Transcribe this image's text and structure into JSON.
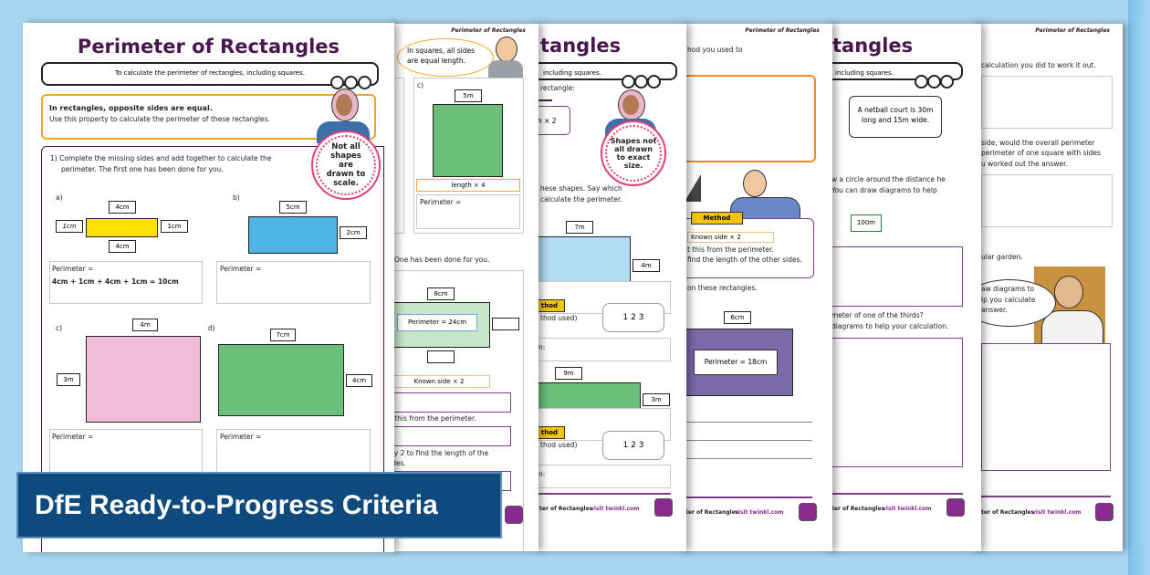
{
  "worksheet_title": "Perimeter of Rectangles",
  "title_fragment": "tangles",
  "objective": "To calculate the perimeter of rectangles, including squares.",
  "objective_fragment": "including squares.",
  "page1": {
    "tip_bold": "In rectangles, opposite sides are equal.",
    "tip": "Use this property to calculate the perimeter of these rectangles.",
    "scale_note": "Not all shapes are drawn to scale.",
    "q1_line1": "1)  Complete the missing sides and add together to calculate the",
    "q1_line2": "perimeter. The first one has been done for you.",
    "a": {
      "label": "a)",
      "top": "4cm",
      "left": "1cm",
      "right": "1cm",
      "bottom": "4cm",
      "perimeter_label": "Perimeter =",
      "working": "4cm + 1cm + 4cm + 1cm = 10cm"
    },
    "b": {
      "label": "b)",
      "top": "5cm",
      "right": "2cm",
      "perimeter_label": "Perimeter ="
    },
    "c": {
      "label": "c)",
      "top": "4m",
      "left": "3m",
      "perimeter_label": "Perimeter ="
    },
    "d": {
      "label": "d)",
      "top": "7cm",
      "right": "4cm",
      "perimeter_label": "Perimeter ="
    }
  },
  "page2": {
    "header": "Perimeter of Rectangles",
    "speech": "In squares, all sides are equal length.",
    "c_label": "c)",
    "c_side": "5m",
    "method": "length × 4",
    "perimeter_label": "Perimeter =",
    "done_note": "One has been done for you.",
    "top_side": "8cm",
    "given": "Perimeter = 24cm",
    "known": "Known side × 2",
    "step2": "t this from the perimeter.",
    "step3_1": "by 2 to find the length of the",
    "step3_2": "ides."
  },
  "page3": {
    "rectangle_note": "rectangle:",
    "method_fragment": "h × 2",
    "scale_note": "Shapes not all drawn to exact size.",
    "instr1": "hese shapes. Say which",
    "instr2": "calculate the perimeter.",
    "r1": {
      "top": "7m",
      "right": "4m"
    },
    "r2": {
      "top": "9m",
      "right": "3m"
    },
    "ribbon": "thod",
    "choices": "1   2   3",
    "method_used": "thod used)",
    "answer_fragment": "n:",
    "footer_title": "ter of Rectangles",
    "footer_url": "visit twinkl.com"
  },
  "page4": {
    "header": "Perimeter of Rectangles",
    "intro": "hod you used to",
    "ribbon": "Method",
    "known": "Known side × 2",
    "step2": "t this from the perimeter.",
    "step3": "find the length of the other sides.",
    "instr": "on these rectangles.",
    "top_side": "6cm",
    "given": "Perimeter = 18cm",
    "footer_title": "ter of Rectangles",
    "footer_url": "visit twinkl.com"
  },
  "page5": {
    "netball": "A netball court is 30m long and 15m wide.",
    "instr1": "w a circle around the distance he",
    "instr2": "You can draw diagrams to help",
    "distance": "100m",
    "q1": "meter of one of the thirds?",
    "q2": "diagrams to help your calculation.",
    "footer_title": "ter of Rectangles",
    "footer_url": "visit twinkl.com"
  },
  "page6": {
    "header": "Perimeter of Rectangles",
    "intro": "calculation you did to work it out.",
    "q1": "side, would the overall perimeter",
    "q2": "perimeter of one square with sides",
    "q3": "u worked out the answer.",
    "garden": "ular garden.",
    "speech1": "aw diagrams to",
    "speech2": "lp you calculate",
    "speech3": "answer.",
    "footer_title": "ter of Rectangles",
    "footer_url": "visit twinkl.com"
  },
  "banner": "DfE Ready-to-Progress Criteria",
  "colors": {
    "title": "#4a1650",
    "banner": "#0e4a7e",
    "background": "#a9d7f2",
    "yellow": "#fde100",
    "blue": "#4fb3e6",
    "pink": "#f0bcd8",
    "green": "#6bbf7a",
    "purple": "#7a6aaa"
  }
}
